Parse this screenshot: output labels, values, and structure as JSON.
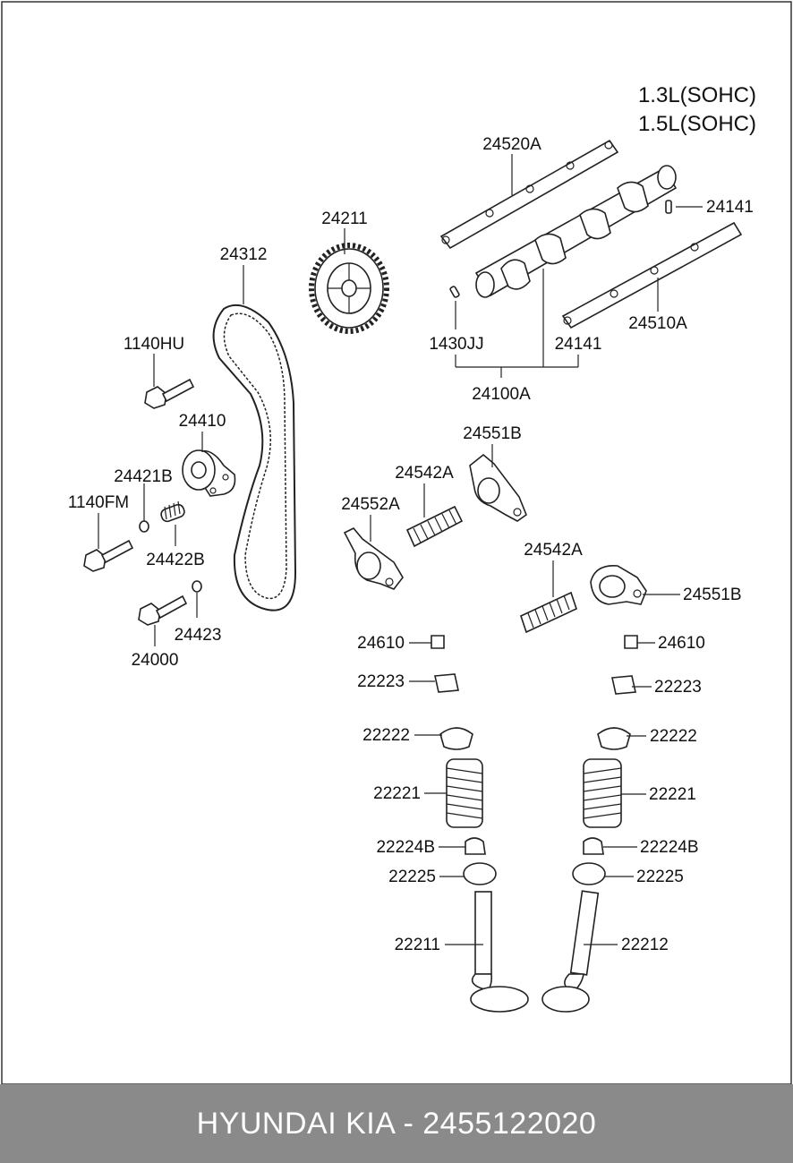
{
  "engine_variants": [
    "1.3L(SOHC)",
    "1.5L(SOHC)"
  ],
  "parts": {
    "p24520A": "24520A",
    "p24141_pin": "24141",
    "p24211": "24211",
    "p24312": "24312",
    "p1140HU": "1140HU",
    "p1430JJ": "1430JJ",
    "p24141": "24141",
    "p24510A": "24510A",
    "p24100A": "24100A",
    "p24410": "24410",
    "p24551B_top": "24551B",
    "p24421B": "24421B",
    "p24542A_left": "24542A",
    "p1140FM": "1140FM",
    "p24552A": "24552A",
    "p24422B": "24422B",
    "p24542A_right": "24542A",
    "p24551B_right": "24551B",
    "p24423": "24423",
    "p24000": "24000",
    "p24610_left": "24610",
    "p24610_right": "24610",
    "p22223_left": "22223",
    "p22223_right": "22223",
    "p22222_left": "22222",
    "p22222_right": "22222",
    "p22221_left": "22221",
    "p22221_right": "22221",
    "p22224B_left": "22224B",
    "p22224B_right": "22224B",
    "p22225_left": "22225",
    "p22225_right": "22225",
    "p22211": "22211",
    "p22212": "22212"
  },
  "footer": "HYUNDAI KIA - 2455122020"
}
